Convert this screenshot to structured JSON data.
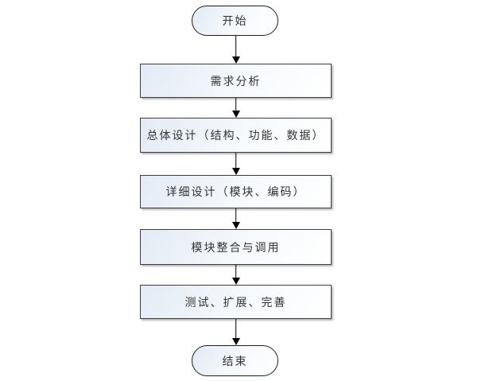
{
  "diagram": {
    "type": "flowchart",
    "direction": "top-down",
    "background_color": "#ffffff",
    "node_border_color": "#3d3d3d",
    "node_fill_gradient": [
      "#e2eaf4",
      "#ffffff"
    ],
    "text_color": "#333333",
    "connector_color": "#000000",
    "nodes": [
      {
        "id": "start",
        "shape": "terminator",
        "label": "开始"
      },
      {
        "id": "requirements",
        "shape": "process",
        "label": "需求分析"
      },
      {
        "id": "overall-design",
        "shape": "process",
        "label": "总体设计（结构、功能、数据）"
      },
      {
        "id": "detailed-design",
        "shape": "process",
        "label": "详细设计（模块、编码）"
      },
      {
        "id": "integration",
        "shape": "process",
        "label": "模块整合与调用"
      },
      {
        "id": "testing",
        "shape": "process",
        "label": "测试、扩展、完善"
      },
      {
        "id": "end",
        "shape": "terminator",
        "label": "结束"
      }
    ],
    "connectors": [
      {
        "from": "start",
        "to": "requirements",
        "style": "arrow-down"
      },
      {
        "from": "requirements",
        "to": "overall-design",
        "style": "arrow-down"
      },
      {
        "from": "overall-design",
        "to": "detailed-design",
        "style": "arrow-down"
      },
      {
        "from": "detailed-design",
        "to": "integration",
        "style": "arrow-down"
      },
      {
        "from": "integration",
        "to": "testing",
        "style": "arrow-down"
      },
      {
        "from": "testing",
        "to": "end",
        "style": "arrow-down"
      }
    ]
  }
}
